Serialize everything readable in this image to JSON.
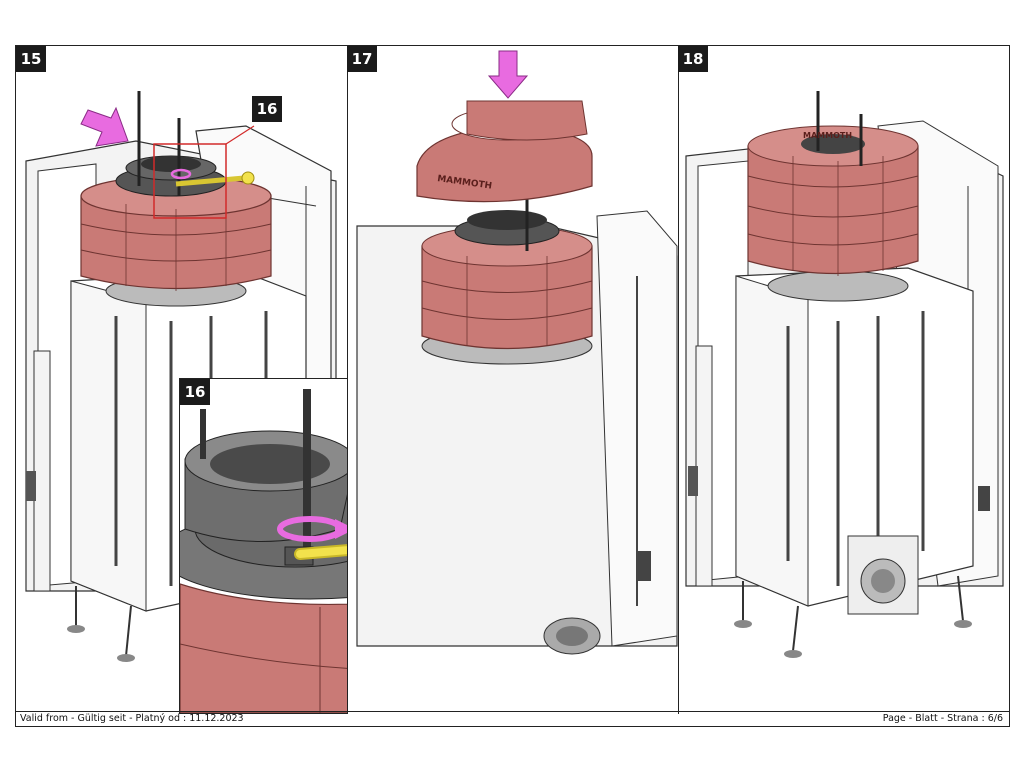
{
  "steps": {
    "step15": "15",
    "step16_callout": "16",
    "step16_detail": "16",
    "step17": "17",
    "step18": "18"
  },
  "ring_lettering": "MAMMOTH",
  "footer": {
    "valid_from": "Valid from - Gültig seit - Platný od : 11.12.2023",
    "page": "Page - Blatt - Strana : 6/6"
  },
  "colors": {
    "brick": "#c97a76",
    "brick_dark": "#9a4f4c",
    "wrench": "#f2e24c",
    "arrow": "#e86be0",
    "callout": "#d22a2a"
  }
}
